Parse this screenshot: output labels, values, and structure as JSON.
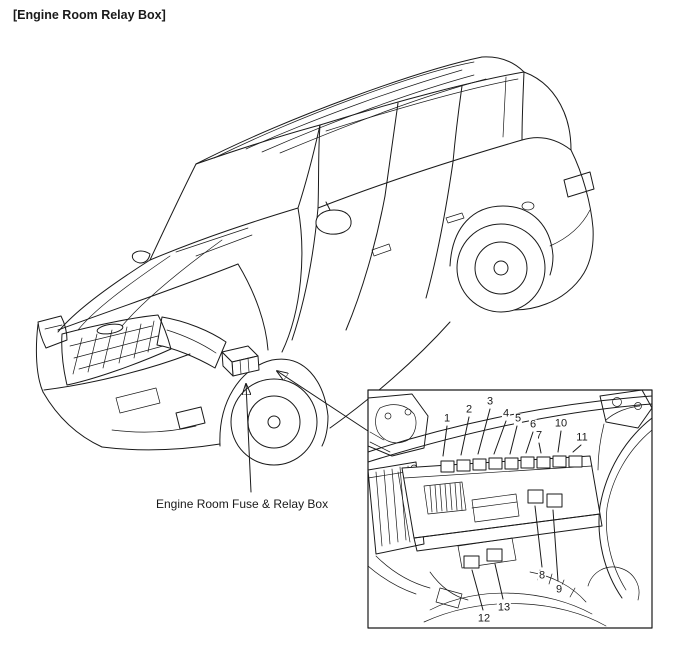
{
  "page": {
    "title": "[Engine Room Relay Box]",
    "caption": "Engine Room Fuse & Relay Box"
  },
  "callouts": [
    "1",
    "2",
    "3",
    "4",
    "5",
    "6",
    "7",
    "8",
    "9",
    "10",
    "11",
    "12",
    "13"
  ],
  "colors": {
    "ink": "#1a1a1a",
    "background": "#ffffff"
  }
}
